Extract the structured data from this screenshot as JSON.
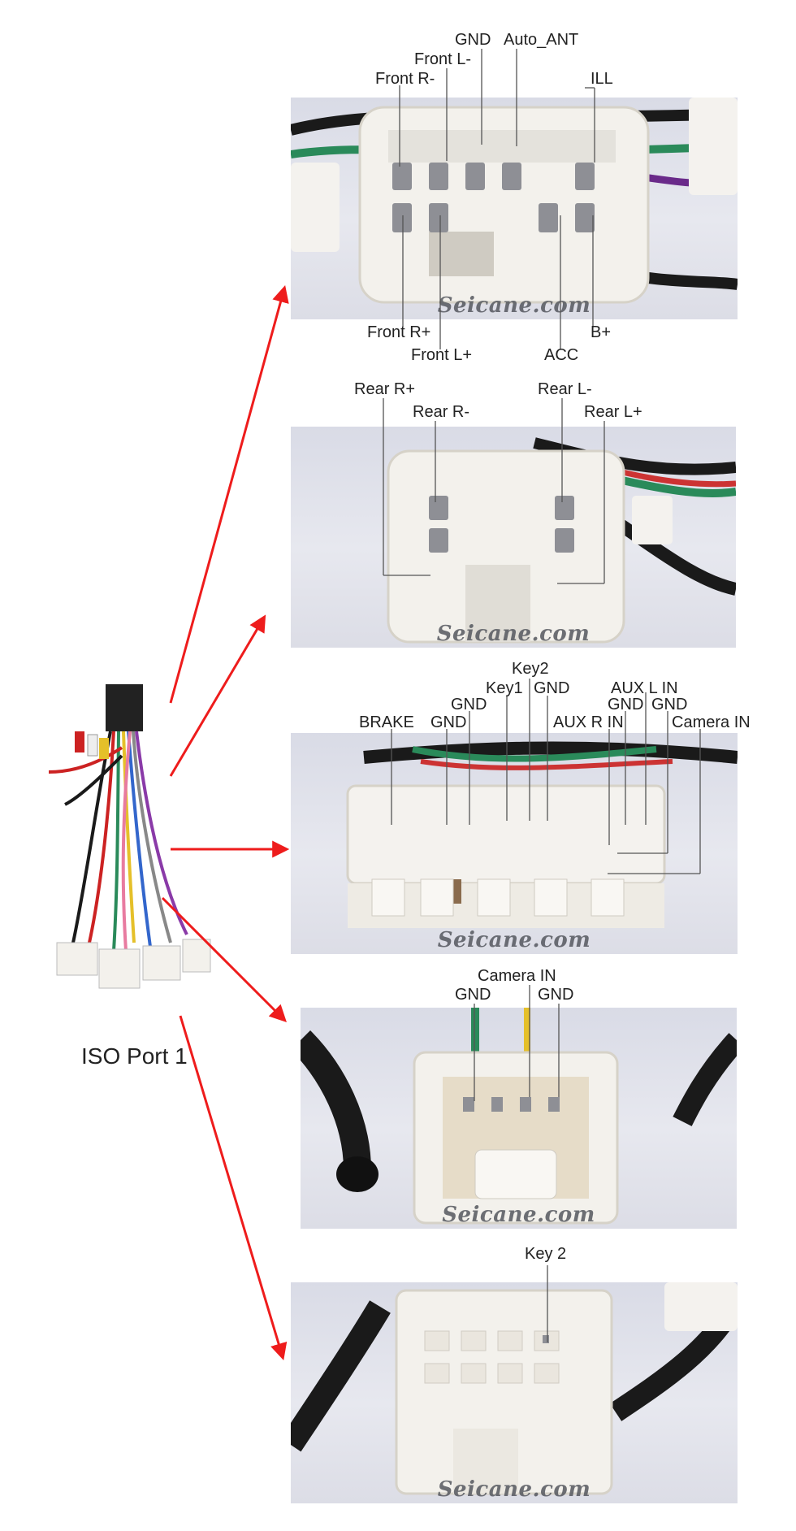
{
  "harness_caption": "ISO Port 1",
  "watermark": "Seicane.com",
  "colors": {
    "arrow": "#ee1c1c",
    "leader": "#555555",
    "connector": "#f3f1ec"
  },
  "panel1": {
    "labels": {
      "gnd": "GND",
      "auto_ant": "Auto_ANT",
      "front_l_minus": "Front L-",
      "front_r_minus": "Front R-",
      "ill": "ILL",
      "front_r_plus": "Front R+",
      "front_l_plus": "Front L+",
      "acc": "ACC",
      "b_plus": "B+"
    }
  },
  "panel2": {
    "labels": {
      "rear_r_plus": "Rear R+",
      "rear_r_minus": "Rear R-",
      "rear_l_minus": "Rear L-",
      "rear_l_plus": "Rear L+"
    }
  },
  "panel3": {
    "labels": {
      "key2": "Key2",
      "key1": "Key1",
      "gnd_a": "GND",
      "gnd_b": "GND",
      "gnd_c": "GND",
      "brake": "BRAKE",
      "aux_l_in": "AUX L IN",
      "gnd_d": "GND",
      "gnd_e": "GND",
      "aux_r_in": "AUX R IN",
      "camera_in": "Camera IN"
    }
  },
  "panel4": {
    "labels": {
      "camera_in": "Camera IN",
      "gnd_left": "GND",
      "gnd_right": "GND"
    }
  },
  "panel5": {
    "labels": {
      "key_2": "Key 2"
    }
  }
}
